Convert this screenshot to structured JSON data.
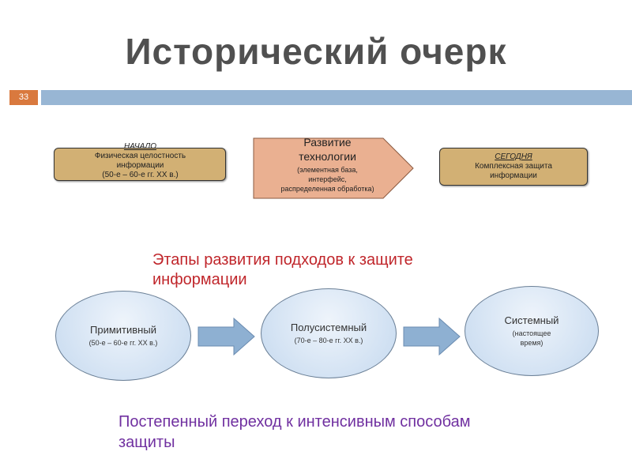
{
  "title": "Исторический очерк",
  "slide_number": "33",
  "timeline": {
    "start": {
      "heading": "НАЧАЛО",
      "text": "Физическая целостность информации",
      "period": "(50-е – 60-е гг. XX в.)"
    },
    "middle": {
      "heading": "Развитие технологии",
      "text": "(элементная база, интерфейс, распределенная обработка)"
    },
    "end": {
      "heading": "СЕГОДНЯ",
      "text": "Комплексная защита информации"
    }
  },
  "stages_title": "Этапы развития подходов к защите информации",
  "stages": [
    {
      "name": "Примитивный",
      "period": "(50-е – 60-е гг. XX в.)"
    },
    {
      "name": "Полусистемный",
      "period": "(70-е – 80-е гг. XX в.)"
    },
    {
      "name": "Системный",
      "period": "(настоящее время)"
    }
  ],
  "conclusion": "Постепенный переход к интенсивным способам защиты",
  "colors": {
    "accent": "#d9793e",
    "bar": "#98b6d4",
    "box": "#d2b074",
    "arrow": "#eab091",
    "red": "#c0262b",
    "purple": "#7030a0"
  }
}
